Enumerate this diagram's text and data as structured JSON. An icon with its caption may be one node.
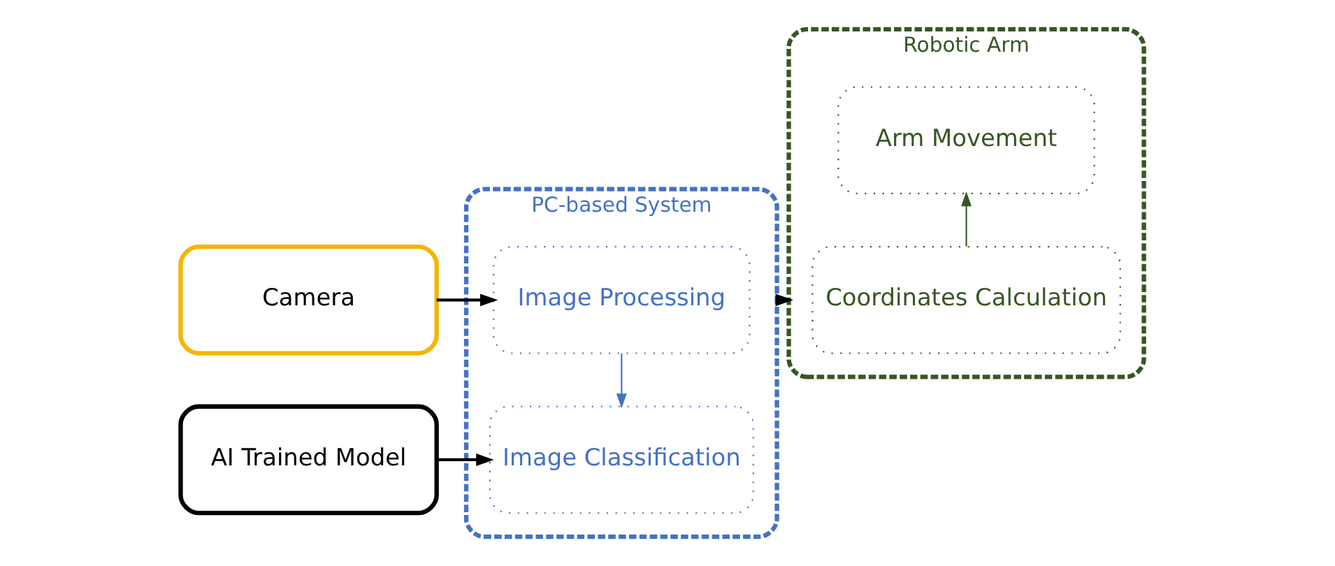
{
  "diagram": {
    "nodes": [
      {
        "text": [
          "Camera"
        ]
      },
      {
        "text": [
          "AI Trained Model"
        ]
      },
      {
        "text": [
          "PC-based System"
        ]
      },
      {
        "text": [
          "Image Processing"
        ],
        "in": 2
      },
      {
        "text": [
          "Image Classification"
        ],
        "in": 2
      },
      {
        "text": [
          "Robotic Arm"
        ]
      },
      {
        "text": [
          "Coordinates Calculation"
        ],
        "in": 5
      },
      {
        "text": [
          "Arm Movement"
        ],
        "in": 5
      }
    ],
    "edges": [
      {
        "from": 0,
        "to": 3,
        "arrow": "to"
      },
      {
        "from": 1,
        "to": 4,
        "arrow": "to"
      },
      {
        "from": 3,
        "to": 4,
        "arrow": "to",
        "color": "#4472c4"
      },
      {
        "from": 2,
        "to": 5,
        "arrow": "to"
      },
      {
        "from": 6,
        "to": 7,
        "arrow": "to",
        "color": "#375623"
      }
    ]
  }
}
